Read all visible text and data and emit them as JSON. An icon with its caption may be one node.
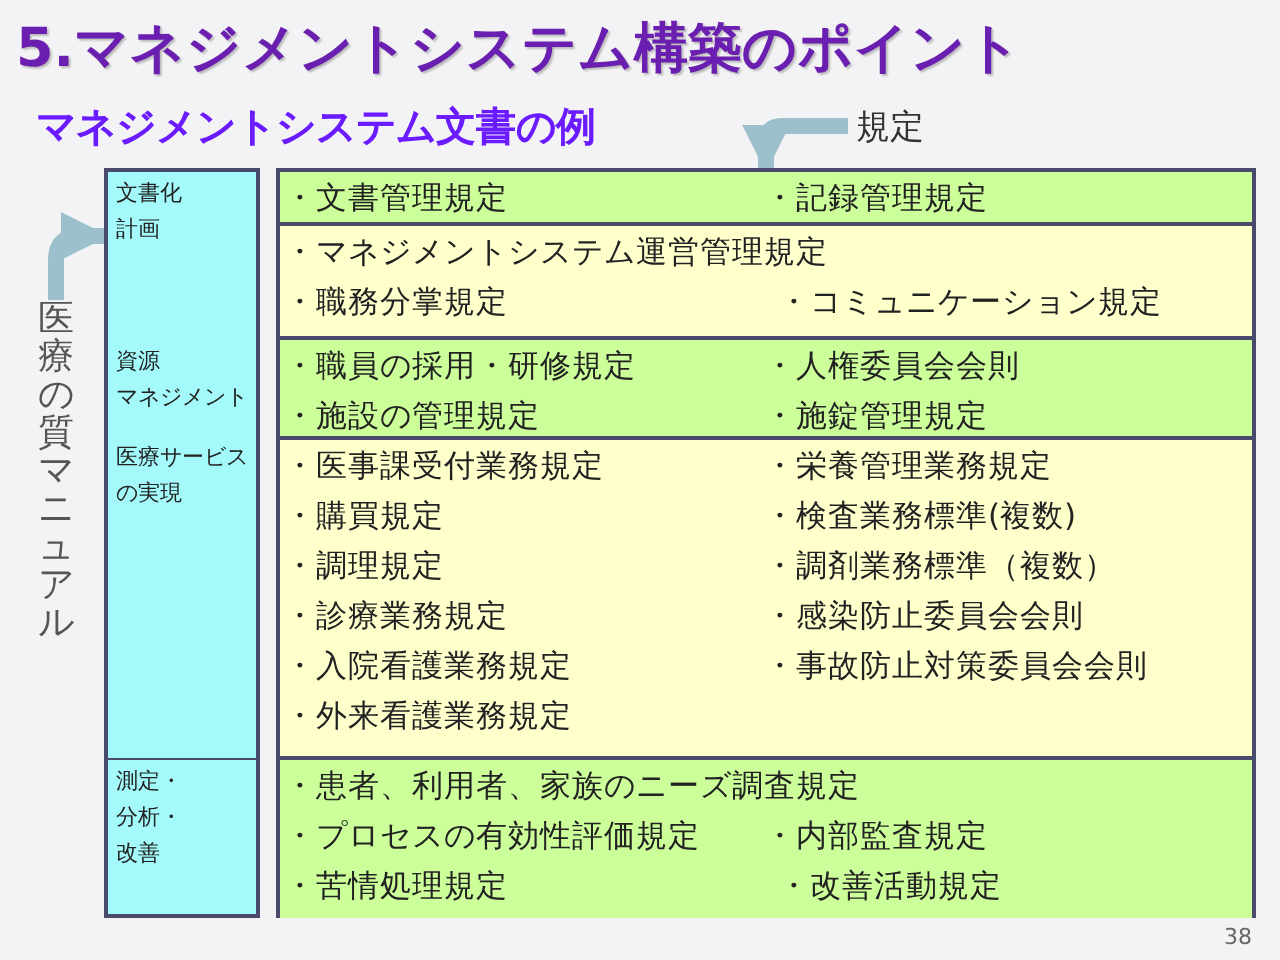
{
  "diagram": {
    "title": "5.マネジメントシステム構築のポイント",
    "nodes": [
      {
        "text": [
          "規定"
        ]
      },
      {
        "text": [
          "医療の質マニュアル"
        ]
      },
      {
        "text": [
          "文書化"
        ]
      },
      {
        "text": [
          "計画"
        ]
      },
      {
        "text": [
          "資源",
          "マネジメント"
        ]
      },
      {
        "text": [
          "医療サービスの実現"
        ]
      },
      {
        "text": [
          "測定・",
          "分析・",
          "改善"
        ]
      },
      {
        "text": [],
        "shape": "box"
      },
      {
        "text": [
          "・文書管理規定",
          "・記録管理規定"
        ],
        "in": 7
      },
      {
        "text": [
          "・マネジメントシステム運営管理規定",
          "・職務分掌規定",
          "・コミュニケーション規定"
        ],
        "in": 7
      },
      {
        "text": [
          "・職員の採用・研修規定",
          "・人権委員会会則",
          "・施設の管理規定",
          "・施錠管理規定"
        ],
        "in": 7
      },
      {
        "text": [
          "・医事課受付業務規定",
          "・栄養管理業務規定",
          "・購買規定",
          "・検査業務標準(複数)",
          "・調理規定",
          "・調剤業務標準（複数）",
          "・診療業務規定",
          "・感染防止委員会会則",
          "・入院看護業務規定",
          "・事故防止対策委員会会則",
          "・外来看護業務規定"
        ],
        "in": 7
      },
      {
        "text": [
          "・患者、利用者、家族のニーズ調査規定",
          "・プロセスの有効性評価規定",
          "・内部監査規定",
          "・苦情処理規定",
          "・改善活動規定"
        ],
        "in": 7
      }
    ],
    "edges": [
      {
        "from": 1,
        "to": 3,
        "arrow": "to"
      },
      {
        "from": 0,
        "to": 7,
        "arrow": "to"
      }
    ],
    "labels": [
      "マネジメントシステム文書の例",
      "38"
    ]
  }
}
